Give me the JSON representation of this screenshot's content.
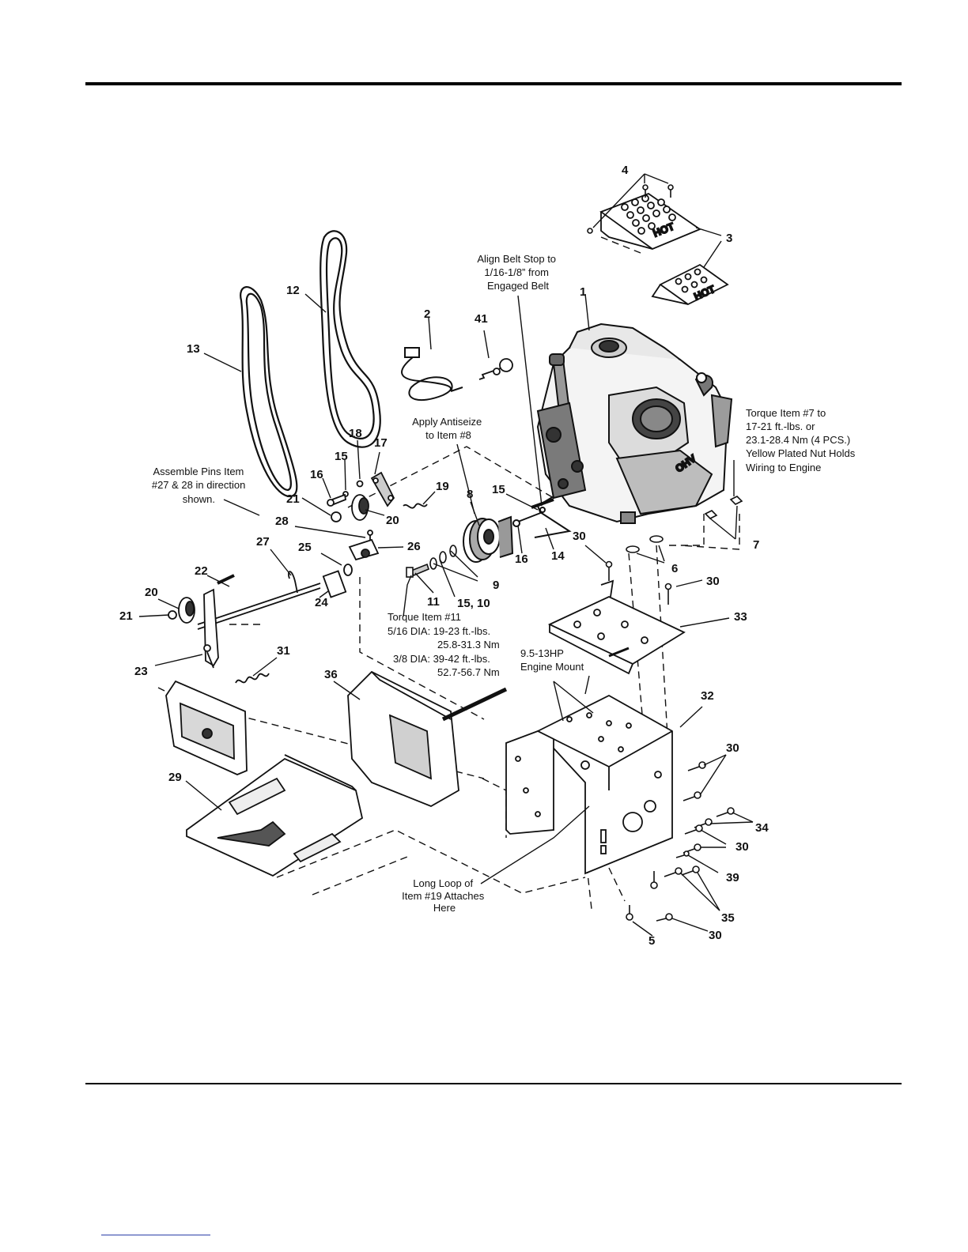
{
  "labels": {
    "n1": "1",
    "n2": "2",
    "n3": "3",
    "n4": "4",
    "n5": "5",
    "n6": "6",
    "n7": "7",
    "n8": "8",
    "n9": "9",
    "n11": "11",
    "n12": "12",
    "n13": "13",
    "n14": "14",
    "n15a": "15",
    "n15b": "15",
    "n16a": "16",
    "n16b": "16",
    "n17": "17",
    "n18": "18",
    "n19": "19",
    "n20a": "20",
    "n20b": "20",
    "n21a": "21",
    "n21b": "21",
    "n22": "22",
    "n23": "23",
    "n24": "24",
    "n25": "25",
    "n26": "26",
    "n27": "27",
    "n28": "28",
    "n29": "29",
    "n30a": "30",
    "n30b": "30",
    "n30c": "30",
    "n30d": "30",
    "n30e": "30",
    "n31": "31",
    "n32": "32",
    "n33": "33",
    "n34": "34",
    "n35": "35",
    "n36": "36",
    "n39": "39",
    "n41": "41",
    "n1510": "15, 10"
  },
  "notes": {
    "align_belt": [
      "Align Belt Stop to",
      "1/16-1/8” from",
      "Engaged Belt"
    ],
    "antiseize": [
      "Apply Antiseize",
      "to Item #8"
    ],
    "assemble_pins": [
      "Assemble Pins Item",
      "#27 & 28 in direction",
      "shown."
    ],
    "torque7": [
      "Torque Item #7 to",
      "17-21 ft.-lbs. or",
      "23.1-28.4 Nm (4 PCS.)",
      "Yellow Plated Nut Holds",
      "Wiring to Engine"
    ],
    "torque11": [
      "Torque Item #11",
      "5/16 DIA: 19-23 ft.-lbs.",
      "25.8-31.3 Nm",
      "3/8 DIA: 39-42 ft.-lbs.",
      "52.7-56.7 Nm"
    ],
    "engine_mount": [
      "9.5-13HP",
      "Engine Mount"
    ],
    "long_loop": [
      "Long Loop of",
      "Item #19 Attaches",
      "Here"
    ]
  },
  "engine_badge": "OHV",
  "decal_text": "HOT"
}
